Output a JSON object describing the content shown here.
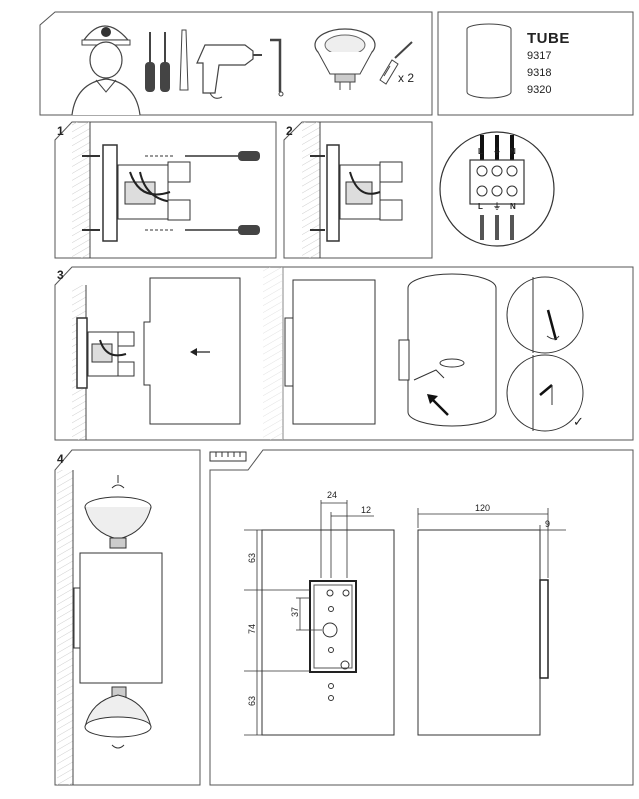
{
  "product": {
    "name": "TUBE",
    "codes": [
      "9317",
      "9318",
      "9320"
    ]
  },
  "tools": {
    "quantity_label": "x 2",
    "icons": [
      "installer-helmet-icon",
      "screwdriver-icon",
      "drill-icon",
      "hex-key-icon",
      "led-lamp-icon",
      "wall-plug-screw-icon"
    ]
  },
  "steps": {
    "step1": "1",
    "step2": "2",
    "step3": "3",
    "step4": "4"
  },
  "terminals": {
    "top": [
      "L",
      "⏚",
      "N"
    ],
    "bottom": [
      "L",
      "⏚",
      "N"
    ]
  },
  "confirm_mark": "✓",
  "dimensions": {
    "bracket_width": "24",
    "bracket_offset": "12",
    "top_spacing": "63",
    "hole_spacing": "37",
    "bracket_height": "74",
    "bottom_spacing": "63",
    "diameter": "120",
    "wall_gap": "9"
  }
}
